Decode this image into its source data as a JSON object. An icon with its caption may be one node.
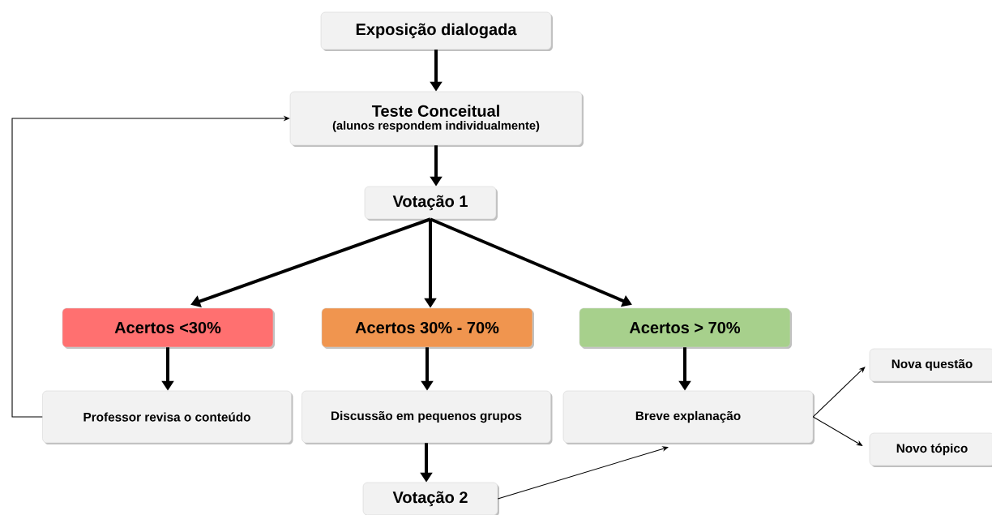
{
  "diagram": {
    "nodes": [
      {
        "text": [
          "Exposição dialogada"
        ]
      },
      {
        "text": [
          "Teste Conceitual",
          "(alunos respondem individualmente)"
        ]
      },
      {
        "text": [
          "Votação 1"
        ]
      },
      {
        "text": [
          "Acertos <30%"
        ]
      },
      {
        "text": [
          "Acertos 30% - 70%"
        ]
      },
      {
        "text": [
          "Acertos > 70%"
        ]
      },
      {
        "text": [
          "Professor revisa o conteúdo"
        ]
      },
      {
        "text": [
          "Discussão em pequenos grupos"
        ]
      },
      {
        "text": [
          "Breve explanação"
        ]
      },
      {
        "text": [
          "Nova questão"
        ]
      },
      {
        "text": [
          "Novo tópico"
        ]
      },
      {
        "text": [
          "Votação 2"
        ]
      }
    ],
    "edges": [
      {
        "from": 0,
        "to": 1,
        "arrow": "to"
      },
      {
        "from": 1,
        "to": 2,
        "arrow": "to"
      },
      {
        "from": 2,
        "to": 3,
        "arrow": "to"
      },
      {
        "from": 2,
        "to": 4,
        "arrow": "to"
      },
      {
        "from": 2,
        "to": 5,
        "arrow": "to"
      },
      {
        "from": 3,
        "to": 6,
        "arrow": "to"
      },
      {
        "from": 4,
        "to": 7,
        "arrow": "to"
      },
      {
        "from": 5,
        "to": 8,
        "arrow": "to"
      },
      {
        "from": 6,
        "to": 1,
        "arrow": "to"
      },
      {
        "from": 7,
        "to": 11,
        "arrow": "to"
      },
      {
        "from": 11,
        "to": 8,
        "arrow": "to"
      },
      {
        "from": 8,
        "to": 9,
        "arrow": "to"
      },
      {
        "from": 8,
        "to": 10,
        "arrow": "to"
      }
    ]
  }
}
